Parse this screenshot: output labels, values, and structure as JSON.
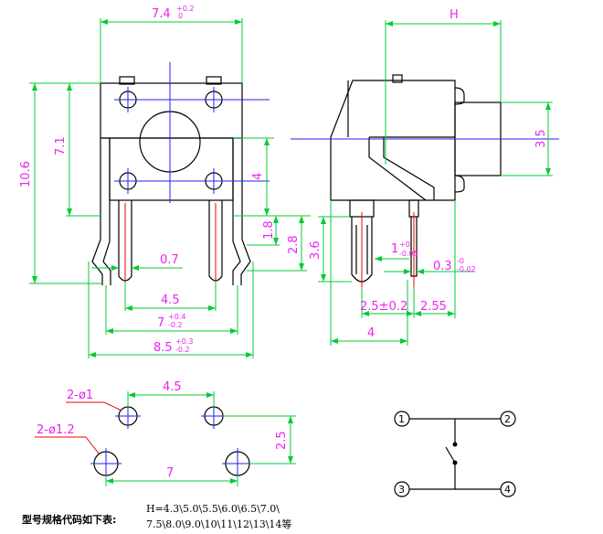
{
  "dims": {
    "width_top": "7.4",
    "width_top_tol_up": "+0.2",
    "width_top_tol_dn": "0",
    "h_label": "H",
    "d_3_5": "3.5",
    "d_10_6": "10.6",
    "d_7_1": "7.1",
    "d_4": "4",
    "d_1_8": "1.8",
    "d_2_8": "2.8",
    "d_3_6": "3.6",
    "d_0_7": "0.7",
    "d_4_5": "4.5",
    "d_7": "7",
    "d_7_tol_up": "+0.4",
    "d_7_tol_dn": "-0.2",
    "d_8_5": "8.5",
    "d_8_5_tol_up": "+0.3",
    "d_8_5_tol_dn": "-0.2",
    "d_1": "1",
    "d_1_tol_up": "+0",
    "d_1_tol_dn": "-0.05",
    "d_0_3": "0.3",
    "d_0_3_tol_up": "-0",
    "d_0_3_tol_dn": "-0.02",
    "d_2_5_pm": "2.5±0.2",
    "d_2_55": "2.55",
    "d_4_side": "4"
  },
  "footprint": {
    "hole_small": "2-ø1",
    "hole_large": "2-ø1.2",
    "pitch_top": "4.5",
    "pitch_bottom": "7",
    "pitch_vert": "2.5"
  },
  "schematic": {
    "pins": [
      "1",
      "2",
      "3",
      "4"
    ]
  },
  "note": {
    "label": "型号规格代码如下表:",
    "line1": "H=4.3\\5.0\\5.5\\6.0\\6.5\\7.0\\",
    "line2": "7.5\\8.0\\9.0\\10\\11\\12\\13\\14等"
  },
  "colors": {
    "dimension_line": "#00cc33",
    "dimension_text": "#ee22ee",
    "center_line": "#2222ee",
    "outline": "#000000"
  }
}
